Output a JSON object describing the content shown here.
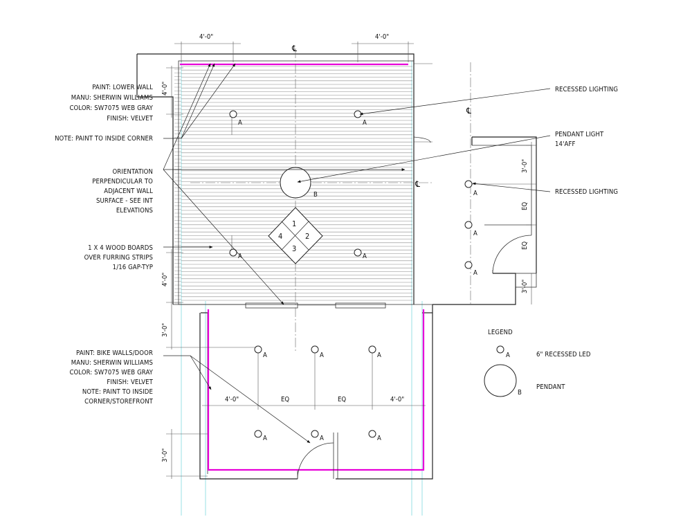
{
  "dims": {
    "top_left": "4'-0\"",
    "top_right": "4'-0\"",
    "left_upper": "4'-0\"",
    "left_lower": "4'-0\"",
    "right_upper": "3'-0\"",
    "right_eq": "EQ",
    "right_eq2": "EQ",
    "right_lower": "3'-0\"",
    "mid_left": "3'-0\"",
    "bottom_left": "3'-0\"",
    "row": [
      "4'-0\"",
      "EQ",
      "EQ",
      "4'-0\""
    ]
  },
  "centerline": "℄",
  "fixture_tags": {
    "recessed": "A",
    "pendant": "B"
  },
  "tile_numbers": [
    "1",
    "2",
    "3",
    "4"
  ],
  "notes": {
    "paint_lower": [
      "PAINT:    LOWER WALL",
      "MANU:   SHERWIN WILLIAMS",
      "COLOR:   SW7075 WEB GRAY",
      "FINISH:   VELVET",
      "NOTE:   PAINT TO INSIDE CORNER"
    ],
    "orientation": [
      "ORIENTATION",
      "PERPENDICULAR TO",
      "ADJACENT WALL",
      "SURFACE - SEE INT",
      "ELEVATIONS"
    ],
    "wood": [
      "1 X 4 WOOD BOARDS",
      "OVER FURRING STRIPS",
      "1/16 GAP-TYP"
    ],
    "paint_bike": [
      "PAINT:   BIKE WALLS/DOOR",
      "MANU:   SHERWIN WILLIAMS",
      "COLOR:   SW7075 WEB GRAY",
      "FINISH:   VELVET",
      "NOTE:   PAINT TO INSIDE",
      "CORNER/STOREFRONT"
    ],
    "recessed_1": "RECESSED LIGHTING",
    "pendant": [
      "PENDANT LIGHT",
      "14'AFF"
    ],
    "recessed_2": "RECESSED LIGHTING"
  },
  "legend": {
    "title": "LEGEND",
    "recessed_label": "6\" RECESSED LED",
    "pendant_label": "PENDANT",
    "recessed_tag": "A",
    "pendant_tag": "B"
  }
}
